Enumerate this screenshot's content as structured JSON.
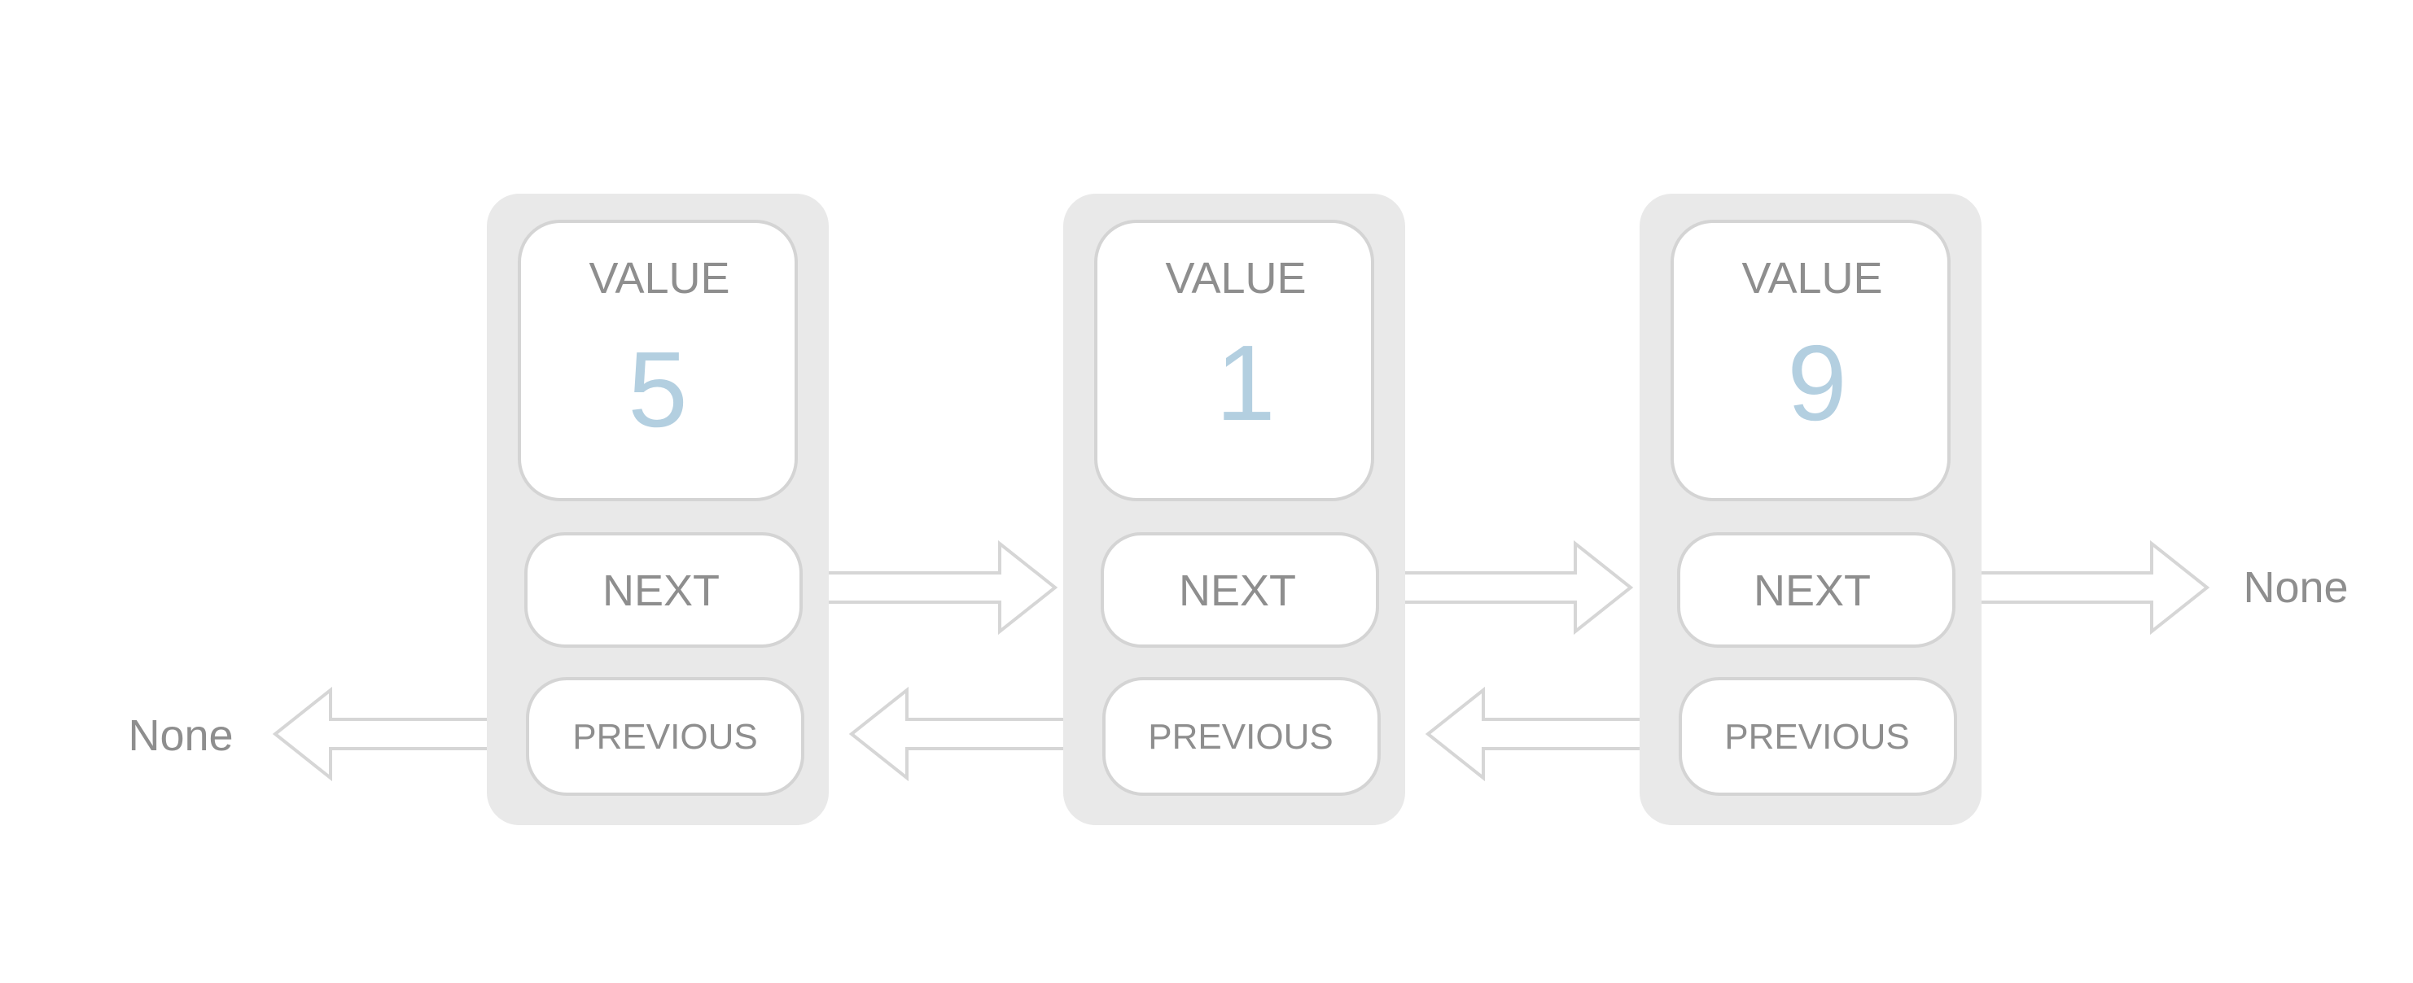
{
  "nodes": [
    {
      "value_label": "VALUE",
      "value": "5",
      "next_label": "NEXT",
      "previous_label": "PREVIOUS"
    },
    {
      "value_label": "VALUE",
      "value": "1",
      "next_label": "NEXT",
      "previous_label": "PREVIOUS"
    },
    {
      "value_label": "VALUE",
      "value": "9",
      "next_label": "NEXT",
      "previous_label": "PREVIOUS"
    }
  ],
  "terminals": {
    "head_previous": "None",
    "tail_next": "None"
  },
  "colors": {
    "node_background": "#e9e9e9",
    "box_border": "#d4d4d4",
    "arrow_outline": "#d6d6d6",
    "label_text": "#8e8e8e",
    "value_text": "#b3cfe0"
  }
}
